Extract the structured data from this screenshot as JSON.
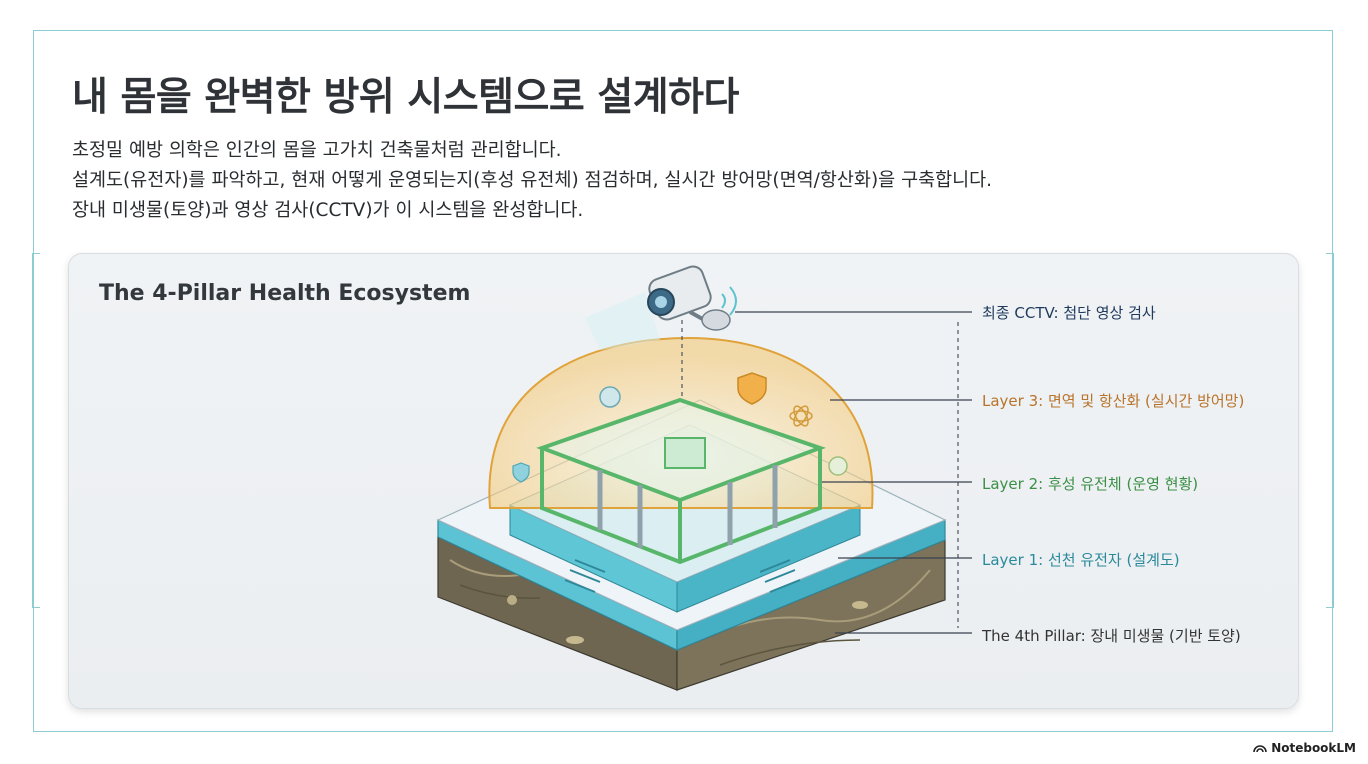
{
  "title": "내 몸을 완벽한 방위 시스템으로 설계하다",
  "intro": [
    "초정밀 예방 의학은 인간의 몸을 고가치 건축물처럼 관리합니다.",
    "설계도(유전자)를 파악하고, 현재 어떻게 운영되는지(후성 유전체) 점검하며, 실시간 방어망(면역/항산화)을 구축합니다.",
    "장내 미생물(토양)과 영상 검사(CCTV)가 이 시스템을 완성합니다."
  ],
  "diagram": {
    "title": "The 4-Pillar Health Ecosystem",
    "labels": {
      "cctv": "최종 CCTV: 첨단 영상 검사",
      "layer3": "Layer 3: 면역 및 항산화 (실시간 방어망)",
      "layer2": "Layer 2: 후성 유전체 (운영 현황)",
      "layer1": "Layer 1: 선천 유전자 (설계도)",
      "pillar4": "The 4th Pillar: 장내 미생물 (기반 토양)"
    },
    "colors": {
      "cctv": "#1f3a5c",
      "layer3": "#b8742a",
      "layer2": "#3b8f46",
      "layer1": "#2a8a9c",
      "pillar4": "#333333"
    }
  },
  "brand": "NotebookLM"
}
